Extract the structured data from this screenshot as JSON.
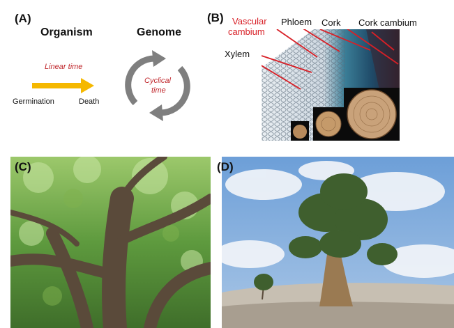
{
  "panelA": {
    "label": "(A)",
    "organism": "Organism",
    "genome": "Genome",
    "linear_time": "Linear time",
    "germination": "Germination",
    "death": "Death",
    "cyclical": "Cyclical",
    "time": "time",
    "arrow_color": "#f5b800",
    "cycle_color": "#7f7f7f"
  },
  "panelB": {
    "label": "(B)",
    "vascular": "Vascular",
    "cambium": "cambium",
    "phloem": "Phloem",
    "cork": "Cork",
    "cork_cambium": "Cork cambium",
    "xylem": "Xylem",
    "line_color": "#d81f26"
  },
  "panelC": {
    "label": "(C)"
  },
  "panelD": {
    "label": "(D)"
  }
}
